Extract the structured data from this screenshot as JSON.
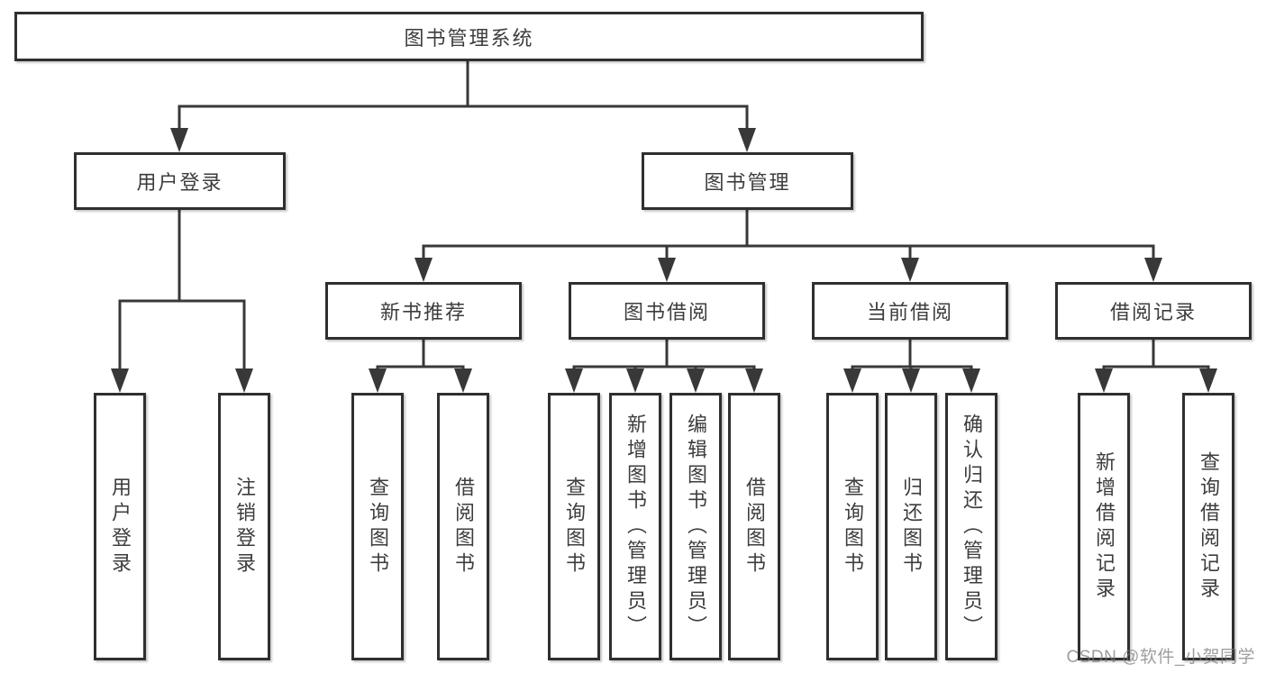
{
  "page_title": "图书管理系统",
  "colors": {
    "background": "#ffffff",
    "line": "#383838",
    "box_border": "#2f2f2f",
    "text": "#3d3d3d",
    "watermark": "#787878"
  },
  "watermark": {
    "text": "CSDN @软件_小贺同学"
  },
  "tree": {
    "root": {
      "label": "图书管理系统"
    },
    "children": [
      {
        "label": "用户登录",
        "children": [
          {
            "label": "用户登录"
          },
          {
            "label": "注销登录"
          }
        ]
      },
      {
        "label": "图书管理",
        "children": [
          {
            "label": "新书推荐",
            "children": [
              {
                "label": "查询图书"
              },
              {
                "label": "借阅图书"
              }
            ]
          },
          {
            "label": "图书借阅",
            "children": [
              {
                "label": "查询图书"
              },
              {
                "label": "新增图书（管理员）"
              },
              {
                "label": "编辑图书（管理员）"
              },
              {
                "label": "借阅图书"
              }
            ]
          },
          {
            "label": "当前借阅",
            "children": [
              {
                "label": "查询图书"
              },
              {
                "label": "归还图书"
              },
              {
                "label": "确认归还（管理员）"
              }
            ]
          },
          {
            "label": "借阅记录",
            "children": [
              {
                "label": "新增借阅记录"
              },
              {
                "label": "查询借阅记录"
              }
            ]
          }
        ]
      }
    ]
  }
}
